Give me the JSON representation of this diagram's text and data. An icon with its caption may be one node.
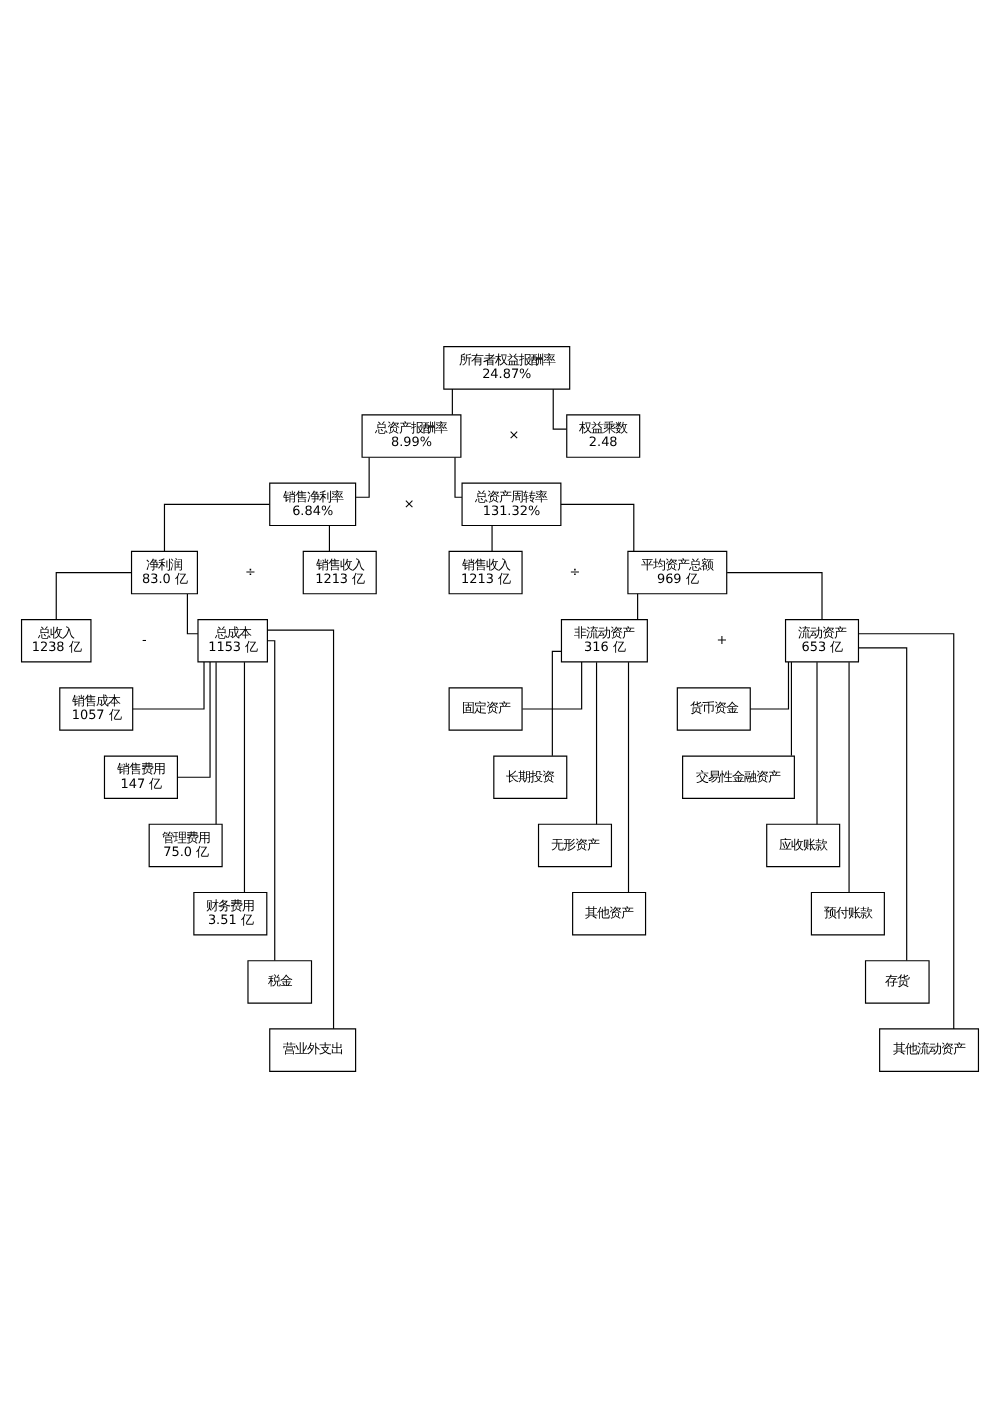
{
  "diagram": {
    "nodes": [
      {
        "text": [
          "所有者权益报酬率",
          "24.87%"
        ]
      },
      {
        "text": [
          "总资产报酬率",
          "8.99%"
        ]
      },
      {
        "text": [
          "权益乘数",
          "2.48"
        ]
      },
      {
        "text": [
          "销售净利率",
          "6.84%"
        ]
      },
      {
        "text": [
          "总资产周转率",
          "131.32%"
        ]
      },
      {
        "text": [
          "净利润",
          "83.0 亿"
        ]
      },
      {
        "text": [
          "销售收入",
          "1213 亿"
        ]
      },
      {
        "text": [
          "销售收入",
          "1213 亿"
        ]
      },
      {
        "text": [
          "平均资产总额",
          "969 亿"
        ]
      },
      {
        "text": [
          "总收入",
          "1238 亿"
        ]
      },
      {
        "text": [
          "总成本",
          "1153 亿"
        ]
      },
      {
        "text": [
          "非流动资产",
          "316 亿"
        ]
      },
      {
        "text": [
          "流动资产",
          "653 亿"
        ]
      },
      {
        "text": [
          "销售成本",
          "1057 亿"
        ]
      },
      {
        "text": [
          "销售费用",
          "147 亿"
        ]
      },
      {
        "text": [
          "管理费用",
          "75.0 亿"
        ]
      },
      {
        "text": [
          "财务费用",
          "3.51 亿"
        ]
      },
      {
        "text": [
          "税金"
        ]
      },
      {
        "text": [
          "营业外支出"
        ]
      },
      {
        "text": [
          "固定资产"
        ]
      },
      {
        "text": [
          "长期投资"
        ]
      },
      {
        "text": [
          "无形资产"
        ]
      },
      {
        "text": [
          "其他资产"
        ]
      },
      {
        "text": [
          "货币资金"
        ]
      },
      {
        "text": [
          "交易性金融资产"
        ]
      },
      {
        "text": [
          "应收账款"
        ]
      },
      {
        "text": [
          "预付账款"
        ]
      },
      {
        "text": [
          "存货"
        ]
      },
      {
        "text": [
          "其他流动资产"
        ]
      }
    ],
    "edges": [
      {
        "from": 0,
        "to": 1,
        "arrow": "none"
      },
      {
        "from": 0,
        "to": 2,
        "arrow": "none"
      },
      {
        "from": 1,
        "to": 3,
        "arrow": "none"
      },
      {
        "from": 1,
        "to": 4,
        "arrow": "none"
      },
      {
        "from": 3,
        "to": 5,
        "arrow": "none"
      },
      {
        "from": 3,
        "to": 6,
        "arrow": "none"
      },
      {
        "from": 4,
        "to": 7,
        "arrow": "none"
      },
      {
        "from": 4,
        "to": 8,
        "arrow": "none"
      },
      {
        "from": 5,
        "to": 9,
        "arrow": "none"
      },
      {
        "from": 5,
        "to": 10,
        "arrow": "none"
      },
      {
        "from": 8,
        "to": 11,
        "arrow": "none"
      },
      {
        "from": 8,
        "to": 12,
        "arrow": "none"
      },
      {
        "from": 10,
        "to": 13,
        "arrow": "none"
      },
      {
        "from": 10,
        "to": 14,
        "arrow": "none"
      },
      {
        "from": 10,
        "to": 15,
        "arrow": "none"
      },
      {
        "from": 10,
        "to": 16,
        "arrow": "none"
      },
      {
        "from": 10,
        "to": 17,
        "arrow": "none"
      },
      {
        "from": 10,
        "to": 18,
        "arrow": "none"
      },
      {
        "from": 11,
        "to": 19,
        "arrow": "none"
      },
      {
        "from": 11,
        "to": 20,
        "arrow": "none"
      },
      {
        "from": 11,
        "to": 21,
        "arrow": "none"
      },
      {
        "from": 11,
        "to": 22,
        "arrow": "none"
      },
      {
        "from": 12,
        "to": 23,
        "arrow": "none"
      },
      {
        "from": 12,
        "to": 24,
        "arrow": "none"
      },
      {
        "from": 12,
        "to": 25,
        "arrow": "none"
      },
      {
        "from": 12,
        "to": 26,
        "arrow": "none"
      },
      {
        "from": 12,
        "to": 27,
        "arrow": "none"
      },
      {
        "from": 12,
        "to": 28,
        "arrow": "none"
      }
    ],
    "labels": [
      "×",
      "×",
      "÷",
      "÷",
      "-",
      "+"
    ]
  }
}
